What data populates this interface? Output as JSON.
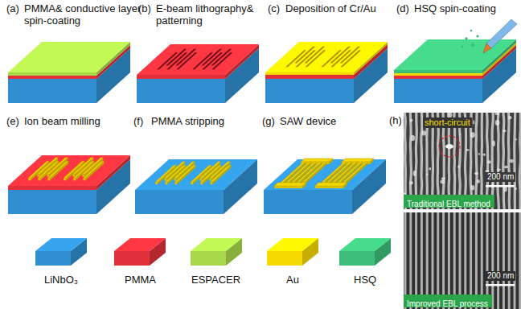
{
  "diagram": {
    "nodes": [
      {
        "text": [
          "Traditional EBL method"
        ]
      },
      {
        "text": [
          "Improved EBL process"
        ]
      }
    ],
    "labels": [
      "(a)",
      "PMMA& conductive layer spin-coating",
      "(b)",
      "E-beam lithography& patterning",
      "(c)",
      "Deposition of Cr/Au",
      "(d)",
      "HSQ spin-coating",
      "(e)",
      "Ion beam milling",
      "(f)",
      "PMMA stripping",
      "(g)",
      "SAW device",
      "(h)",
      "short-circuit",
      "200 nm",
      "200 nm"
    ],
    "legend": [
      {
        "text": "LiNbO₃",
        "color": "#2f8fd0"
      },
      {
        "text": "PMMA",
        "color": "#e0303a"
      },
      {
        "text": "ESPACER",
        "color": "#a8d84a"
      },
      {
        "text": "Au",
        "color": "#f5d800"
      },
      {
        "text": "HSQ",
        "color": "#3cbf7a"
      }
    ]
  }
}
